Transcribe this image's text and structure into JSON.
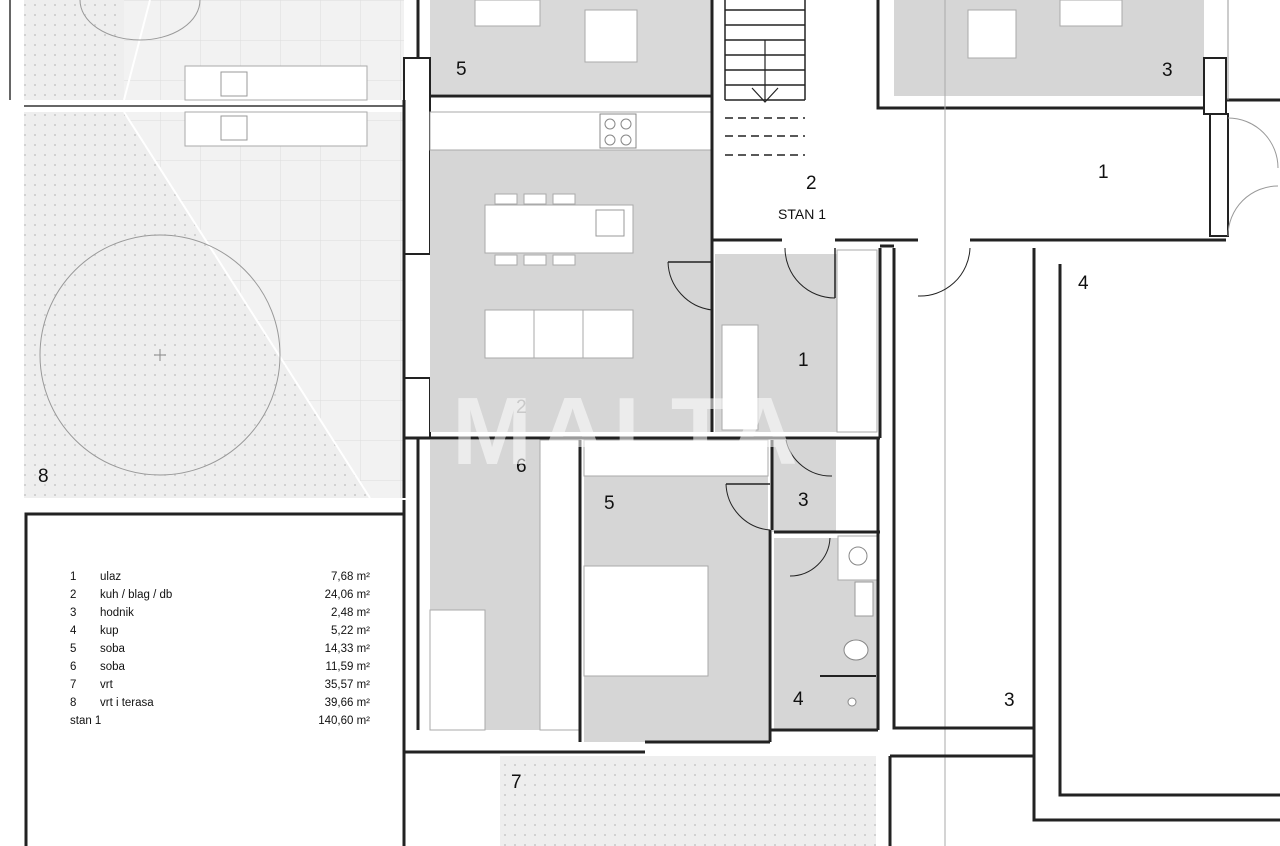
{
  "watermark": "MALTA",
  "apartment_label": "STAN 1",
  "room_numbers": {
    "top_left_5": "5",
    "top_right_3": "3",
    "corridor_1": "1",
    "stair_2": "2",
    "garden_8": "8",
    "storage_4": "4",
    "entry_1": "1",
    "kitchen_2": "2",
    "room_6": "6",
    "room_5": "5",
    "hall_3": "3",
    "bath_4": "4",
    "right_3": "3",
    "garden_7": "7"
  },
  "legend": {
    "rows": [
      {
        "num": "1",
        "name": "ulaz",
        "area": "7,68 m²"
      },
      {
        "num": "2",
        "name": "kuh / blag / db",
        "area": "24,06 m²"
      },
      {
        "num": "3",
        "name": "hodnik",
        "area": "2,48 m²"
      },
      {
        "num": "4",
        "name": "kup",
        "area": "5,22 m²"
      },
      {
        "num": "5",
        "name": "soba",
        "area": "14,33 m²"
      },
      {
        "num": "6",
        "name": "soba",
        "area": "11,59 m²"
      },
      {
        "num": "7",
        "name": "vrt",
        "area": "35,57 m²"
      },
      {
        "num": "8",
        "name": "vrt i terasa",
        "area": "39,66 m²"
      }
    ],
    "total": {
      "name": "stan 1",
      "area": "140,60 m²"
    }
  }
}
